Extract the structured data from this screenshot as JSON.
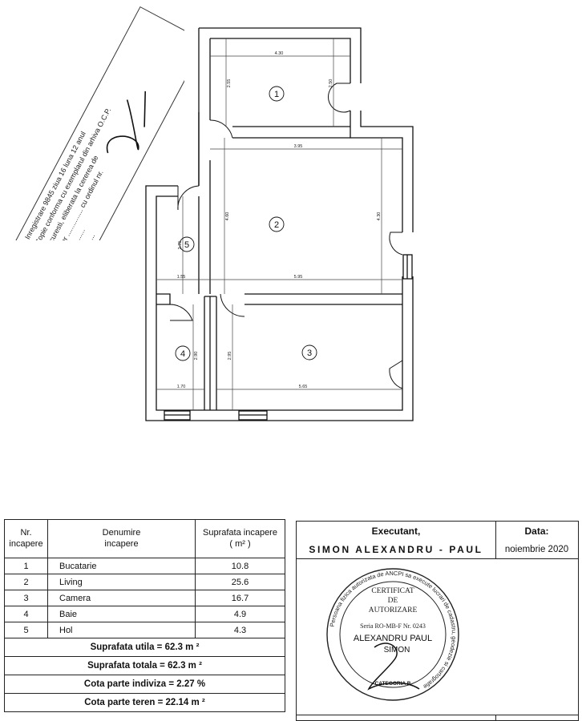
{
  "stamp": {
    "lines": [
      "Inregistrare 9845 ziua 16 luna 12 anul",
      "Copie conforma cu exemplarul din arhiva O.C.P.",
      "Bucuresti, eliberata la cererea de",
      "Titular ............... cu ordinul nr.",
      "Nr. ............",
      "Data ........."
    ]
  },
  "plan": {
    "rooms": [
      {
        "number": "1"
      },
      {
        "number": "2"
      },
      {
        "number": "3"
      },
      {
        "number": "4"
      },
      {
        "number": "5"
      }
    ],
    "dims": {
      "r1_width": "4.30",
      "r1_height_left": "2.55",
      "r1_height_right": "2.50",
      "r2_width_top": "3.95",
      "r2_height_left": "4.60",
      "r2_height_right": "4.30",
      "r2_width_bottom": "5.95",
      "r5_width": "1.55",
      "r5_height": "2.75",
      "r4_height": "2.90",
      "r4_width": "1.70",
      "r3_height": "2.95",
      "r3_width": "5.65"
    }
  },
  "table": {
    "headers": [
      "Nr.\nincapere",
      "Denumire\nincapere",
      "Suprafata incapere\n( m² )"
    ],
    "rows": [
      {
        "nr": "1",
        "name": "Bucatarie",
        "area": "10.8"
      },
      {
        "nr": "2",
        "name": "Living",
        "area": "25.6"
      },
      {
        "nr": "3",
        "name": "Camera",
        "area": "16.7"
      },
      {
        "nr": "4",
        "name": "Baie",
        "area": "4.9"
      },
      {
        "nr": "5",
        "name": "Hol",
        "area": "4.3"
      }
    ],
    "summary": [
      "Suprafata utila = 62.3 m ²",
      "Suprafata totala = 62.3 m ²",
      "Cota parte indiviza = 2.27 %",
      "Cota parte teren = 22.14 m ²"
    ]
  },
  "executant": {
    "label": "Executant,",
    "name": "SIMON ALEXANDRU - PAUL",
    "date_label": "Data:",
    "date": "noiembrie 2020"
  },
  "seal": {
    "ring_text": "Persoana fizica autorizata de ANCPI sa execute lucrari de cadastru, geodezie si cartografie",
    "title1": "CERTIFICAT",
    "title2": "DE",
    "title3": "AUTORIZARE",
    "series": "Seria RO-MB-F Nr. 0243",
    "name1": "ALEXANDRU PAUL",
    "name2": "SIMON",
    "category": "CATEGORIA B"
  }
}
